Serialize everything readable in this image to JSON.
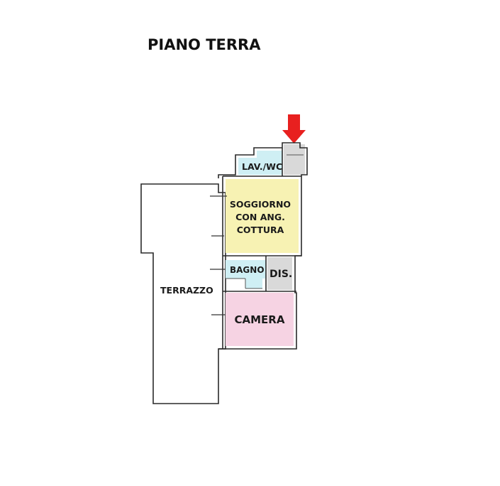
{
  "title": "PIANO TERRA",
  "rooms": {
    "lav_wc": {
      "label": "LAV./WC",
      "color": "#cfeff4"
    },
    "soggiorno": {
      "lines": [
        "SOGGIORNO",
        "CON ANG.",
        "COTTURA"
      ],
      "color": "#f7f2b3"
    },
    "bagno": {
      "label": "BAGNO",
      "color": "#cfeff4"
    },
    "dis": {
      "label": "DIS.",
      "color": "#d9d9d9"
    },
    "camera": {
      "label": "CAMERA",
      "color": "#f6d3e3"
    },
    "terrazzo": {
      "label": "TERRAZZO",
      "color": "#ffffff"
    },
    "ingresso": {
      "color": "#d9d9d9"
    }
  },
  "entrance_arrow": {
    "icon": "entrance-arrow-icon",
    "color": "#e8201f"
  }
}
